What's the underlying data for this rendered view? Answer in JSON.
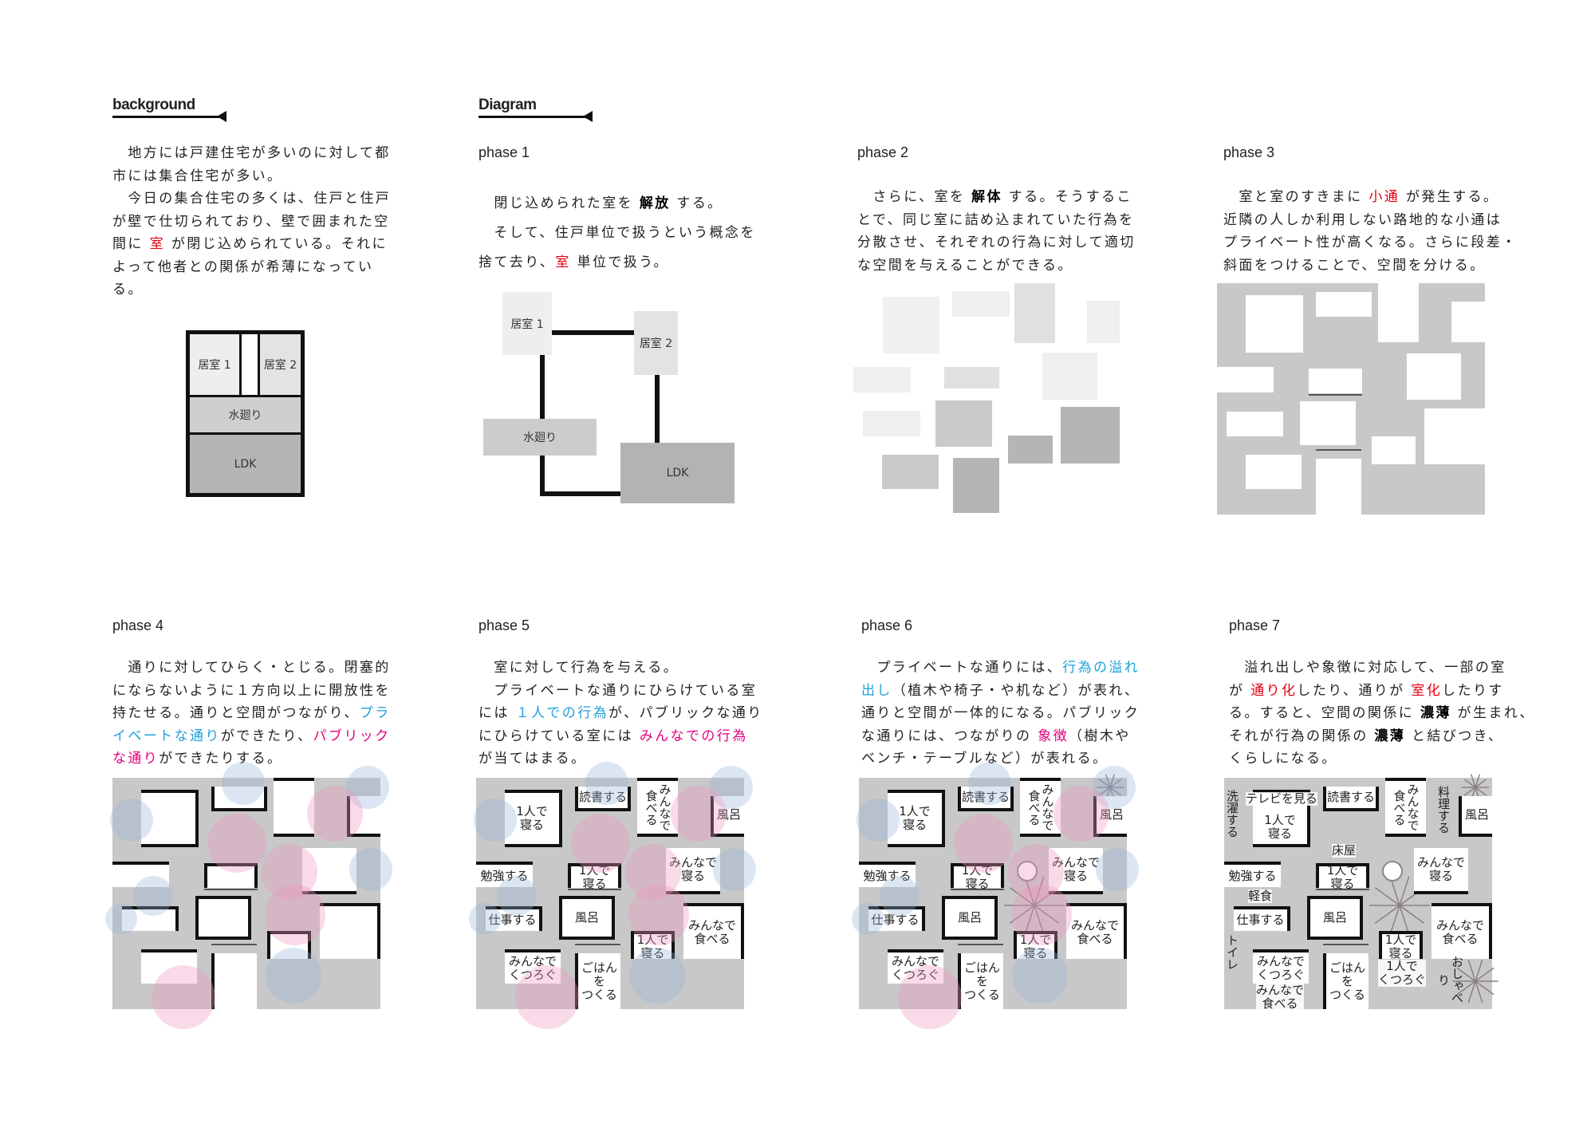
{
  "sections": {
    "background": "background",
    "diagram": "Diagram"
  },
  "colors": {
    "red": "#e60012",
    "blue": "#1ea0dc",
    "pink": "#e4007f",
    "street_gray": "#c8c8c8"
  },
  "background": {
    "lines": [
      [
        {
          "t": "　地方には戸建住宅が多いのに対して都"
        }
      ],
      [
        {
          "t": "市には集合住宅が多い。"
        }
      ],
      [
        {
          "t": "　今日の集合住宅の多くは、住戸と住戸"
        }
      ],
      [
        {
          "t": "が壁で仕切られており、壁で囲まれた空"
        }
      ],
      [
        {
          "t": "間に "
        },
        {
          "t": "室",
          "s": "red"
        },
        {
          "t": " が閉じ込められている。それに"
        }
      ],
      [
        {
          "t": "よって他者との関係が希薄になってい"
        }
      ],
      [
        {
          "t": "る。"
        }
      ]
    ],
    "plan": {
      "rooms": [
        "居室 1",
        "居室 2",
        "水廻り",
        "LDK"
      ]
    }
  },
  "phases": [
    {
      "title": "phase 1",
      "lines": [
        [
          {
            "t": "　閉じ込められた室を "
          },
          {
            "t": "解放",
            "s": "bold"
          },
          {
            "t": " する。"
          }
        ],
        [
          {
            "t": "　そして、住戸単位で扱うという概念を"
          }
        ],
        [
          {
            "t": "捨て去り、"
          },
          {
            "t": "室",
            "s": "red"
          },
          {
            "t": " 単位で扱う。"
          }
        ]
      ],
      "plan": {
        "rooms": [
          "居室 1",
          "居室 2",
          "水廻り",
          "LDK"
        ]
      }
    },
    {
      "title": "phase 2",
      "lines": [
        [
          {
            "t": "　さらに、室を "
          },
          {
            "t": "解体",
            "s": "bold"
          },
          {
            "t": " する。そうするこ"
          }
        ],
        [
          {
            "t": "とで、同じ室に詰め込まれていた行為を"
          }
        ],
        [
          {
            "t": "分散させ、それぞれの行為に対して適切"
          }
        ],
        [
          {
            "t": "な空間を与えることができる。"
          }
        ]
      ]
    },
    {
      "title": "phase 3",
      "lines": [
        [
          {
            "t": "　室と室のすきまに "
          },
          {
            "t": "小通",
            "s": "red"
          },
          {
            "t": " が発生する。"
          }
        ],
        [
          {
            "t": "近隣の人しか利用しない路地的な小通は"
          }
        ],
        [
          {
            "t": "プライベート性が高くなる。さらに段差・"
          }
        ],
        [
          {
            "t": "斜面をつけることで、空間を分ける。"
          }
        ]
      ]
    },
    {
      "title": "phase 4",
      "lines": [
        [
          {
            "t": "　通りに対してひらく・とじる。閉塞的"
          }
        ],
        [
          {
            "t": "にならないように１方向以上に開放性を"
          }
        ],
        [
          {
            "t": "持たせる。通りと空間がつながり、"
          },
          {
            "t": "プラ",
            "s": "blue"
          }
        ],
        [
          {
            "t": "イベートな通り",
            "s": "blue"
          },
          {
            "t": "ができたり、"
          },
          {
            "t": "パブリック",
            "s": "pink"
          }
        ],
        [
          {
            "t": "な通り",
            "s": "pink"
          },
          {
            "t": "ができたりする。"
          }
        ]
      ]
    },
    {
      "title": "phase 5",
      "lines": [
        [
          {
            "t": "　室に対して行為を与える。"
          }
        ],
        [
          {
            "t": "　プライベートな通りにひらけている室"
          }
        ],
        [
          {
            "t": "には "
          },
          {
            "t": "１人での行為",
            "s": "blue"
          },
          {
            "t": "が、パブリックな通り"
          }
        ],
        [
          {
            "t": "にひらけている室には "
          },
          {
            "t": "みんなでの行為",
            "s": "pink"
          }
        ],
        [
          {
            "t": "が当てはまる。"
          }
        ]
      ],
      "plan": {
        "labels": [
          "1人で\n寝る",
          "読書する",
          "みんなで\n食べる",
          "風呂",
          "勉強する",
          "1人で\n寝る",
          "みんなで\n寝る",
          "仕事する",
          "風呂",
          "みんなで\n食べる",
          "1人で\n寝る",
          "みんなで\nくつろぐ",
          "ごはんを\nつくる"
        ]
      }
    },
    {
      "title": "phase 6",
      "lines": [
        [
          {
            "t": "　プライベートな通りには、"
          },
          {
            "t": "行為の溢れ",
            "s": "blue"
          }
        ],
        [
          {
            "t": "出し",
            "s": "blue"
          },
          {
            "t": "（植木や椅子・や机など）が表れ、"
          }
        ],
        [
          {
            "t": "通りと空間が一体的になる。パブリック"
          }
        ],
        [
          {
            "t": "な通りには、つながりの "
          },
          {
            "t": "象徴",
            "s": "pink"
          },
          {
            "t": "（樹木や"
          }
        ],
        [
          {
            "t": "ベンチ・テーブルなど）が表れる。"
          }
        ]
      ],
      "plan": {
        "labels": [
          "1人で\n寝る",
          "読書する",
          "みんなで\n食べる",
          "風呂",
          "勉強する",
          "1人で\n寝る",
          "みんなで\n寝る",
          "仕事する",
          "風呂",
          "みんなで\n食べる",
          "1人で\n寝る",
          "みんなで\nくつろぐ",
          "ごはんを\nつくる"
        ]
      }
    },
    {
      "title": "phase 7",
      "lines": [
        [
          {
            "t": "　溢れ出しや象徴に対応して、一部の室"
          }
        ],
        [
          {
            "t": "が "
          },
          {
            "t": "通り化",
            "s": "red"
          },
          {
            "t": "したり、通りが "
          },
          {
            "t": "室化",
            "s": "red"
          },
          {
            "t": "したりす"
          }
        ],
        [
          {
            "t": "る。すると、空間の関係に "
          },
          {
            "t": "濃薄",
            "s": "bold"
          },
          {
            "t": " が生まれ、"
          }
        ],
        [
          {
            "t": "それが行為の関係の "
          },
          {
            "t": "濃薄",
            "s": "bold"
          },
          {
            "t": " と結びつき、"
          }
        ],
        [
          {
            "t": "くらしになる。"
          }
        ]
      ],
      "plan": {
        "labels": [
          "1人で\n寝る",
          "読書する",
          "みんなで\n食べる",
          "風呂",
          "勉強する",
          "1人で\n寝る",
          "みんなで\n寝る",
          "仕事する",
          "風呂",
          "みんなで\n食べる",
          "1人で\n寝る",
          "みんなで\nくつろぐ",
          "ごはんを\nつくる"
        ],
        "extra_labels": [
          "テレビを見る",
          "洗濯する",
          "料理する",
          "床屋",
          "軽食",
          "トイレ",
          "1人で\nくつろぐ",
          "みんなで\n食べる",
          "おしゃべり"
        ]
      }
    }
  ]
}
